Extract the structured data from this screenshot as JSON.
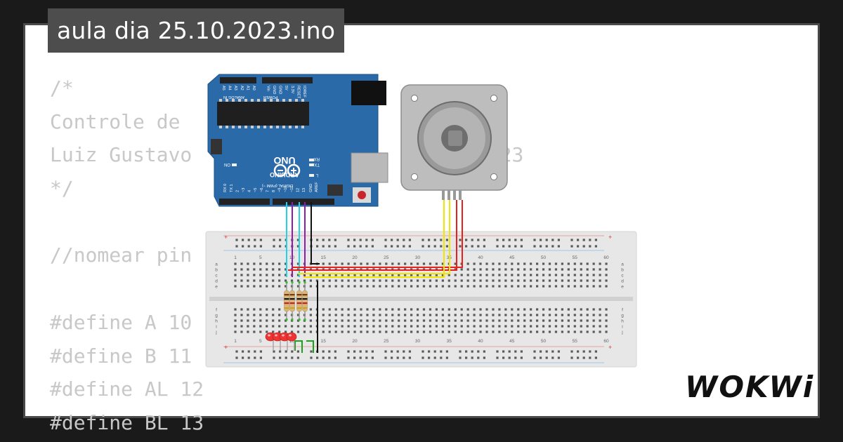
{
  "project": {
    "title": "aula dia 25.10.2023.ino"
  },
  "code_lines": [
    "/*",
    "Controle de                     sso",
    "Luiz Gustavo                   N     023",
    "*/",
    "",
    "//nomear pin",
    "",
    "#define A 10",
    "#define B 11",
    "#define AL 12",
    "#define BL 13"
  ],
  "arduino": {
    "brand": "ARDUINO",
    "model": "UNO",
    "on_label": "ON",
    "tx_label": "TX",
    "rx_label": "RX",
    "l_label": "L",
    "digital_label": "DIGITAL (PWM ~)",
    "power_label": "POWER",
    "analog_label": "ANALOG IN",
    "aref_label": "AREF",
    "gnd_label": "GND",
    "pin_labels": [
      "13",
      "12",
      "~11",
      "~10",
      "~9",
      "8",
      "7",
      "~6",
      "~5",
      "4",
      "~3",
      "2",
      "TX 1",
      "RX 0"
    ],
    "power_pins": [
      "IOREF",
      "RESET",
      "3.3V",
      "5V",
      "GND",
      "GND",
      "Vin"
    ],
    "analog_pins": [
      "A0",
      "A1",
      "A2",
      "A3",
      "A4",
      "A5"
    ]
  },
  "breadboard": {
    "column_numbers": [
      "1",
      "5",
      "10",
      "15",
      "20",
      "25",
      "30",
      "35",
      "40",
      "45",
      "50",
      "55",
      "60"
    ],
    "row_letters_top": [
      "a",
      "b",
      "c",
      "d",
      "e"
    ],
    "row_letters_bottom": [
      "f",
      "g",
      "h",
      "i",
      "j"
    ]
  },
  "brand": {
    "logo": "WOKWi"
  },
  "colors": {
    "code_text": "#c8c8c8",
    "title_bg": "#4d4d4d",
    "arduino_board": "#2b6aa8",
    "wire_cyan": "#22d3e6",
    "wire_purple": "#8b1fa8",
    "wire_red": "#e8201c",
    "wire_yellow": "#f2e600",
    "wire_black": "#111111",
    "wire_green": "#1aa31a",
    "led_red": "#ee3333"
  }
}
